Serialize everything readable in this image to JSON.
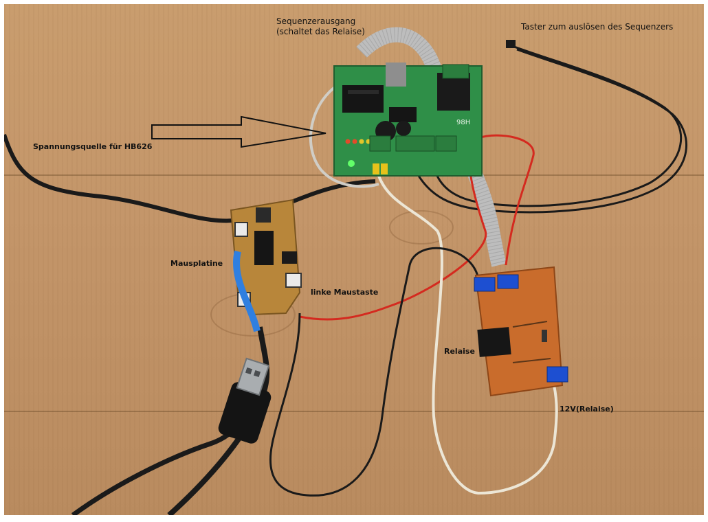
{
  "labels": {
    "sequencer_output": "Sequenzerausgang\n(schaltet das Relaise)",
    "trigger_button": "Taster zum auslösen des Sequenzers",
    "power_source": "Spannungsquelle für HB626",
    "mouse_board": "Mausplatine",
    "left_mouse_button": "linke Maustaste",
    "relay": "Relaise",
    "relay_12v": "12V(Relaise)"
  },
  "board_marking": "98H",
  "colors": {
    "wood": "#c4966a",
    "green_pcb": "#2f8f48",
    "mouse_pcb": "#b8863a",
    "perfboard": "#c96c2c",
    "terminal_blue": "#1d4fd1",
    "terminal_green": "#2b7d3e",
    "cable_black": "#1a1a1a",
    "cable_red": "#d42a1f",
    "cable_white": "#ece6d6",
    "ribbon": "#bdbdbd",
    "tape_blue": "#2f7fe0"
  }
}
